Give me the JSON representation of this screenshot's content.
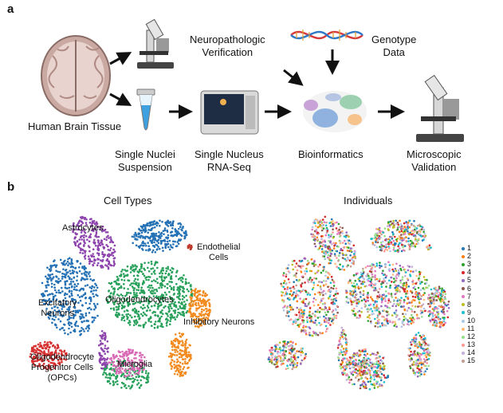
{
  "panel_a": {
    "letter": "a",
    "labels": {
      "brain": "Human Brain Tissue",
      "neuropath": [
        "Neuropathologic",
        "Verification"
      ],
      "genotype": [
        "Genotype",
        "Data"
      ],
      "nuclei": [
        "Single Nuclei",
        "Suspension"
      ],
      "rnaseq": [
        "Single Nucleus",
        "RNA-Seq"
      ],
      "bioinf": "Bioinformatics",
      "micro": [
        "Microscopic",
        "Validation"
      ]
    }
  },
  "panel_b": {
    "letter": "b",
    "left_title": "Cell Types",
    "right_title": "Individuals",
    "cell_types": [
      {
        "name": "Astrocytes",
        "color": "#8e44ad"
      },
      {
        "name": "Endothelial Cells",
        "color": "#c0392b"
      },
      {
        "name": "Excitatory Neurons",
        "color": "#2471b5"
      },
      {
        "name": "Oligodendrocytes",
        "color": "#27a05a"
      },
      {
        "name": "Inhibitory Neurons",
        "color": "#f28a1e"
      },
      {
        "name": "Oligodendrocyte Progenitor Cells (OPCs)",
        "color": "#d62f2f"
      },
      {
        "name": "Microglia",
        "color": "#d96bb6"
      }
    ],
    "cluster_labels": {
      "astro": "Astrocytes",
      "endo": [
        "Endothelial",
        "Cells"
      ],
      "excit": [
        "Excitatory",
        "Neurons"
      ],
      "oligo": "Oligodendrocytes",
      "inhib": "Inhibitory Neurons",
      "opc": [
        "Oligodendrocyte",
        "Progenitor Cells",
        "(OPCs)"
      ],
      "micro": "Microglia"
    },
    "individuals": [
      {
        "id": "1",
        "color": "#1f77b4"
      },
      {
        "id": "2",
        "color": "#ff7f0e"
      },
      {
        "id": "3",
        "color": "#2ca02c"
      },
      {
        "id": "4",
        "color": "#d62728"
      },
      {
        "id": "5",
        "color": "#9467bd"
      },
      {
        "id": "6",
        "color": "#8c564b"
      },
      {
        "id": "7",
        "color": "#e377c2"
      },
      {
        "id": "8",
        "color": "#bcbd22"
      },
      {
        "id": "9",
        "color": "#17becf"
      },
      {
        "id": "10",
        "color": "#aec7e8"
      },
      {
        "id": "11",
        "color": "#ffbb78"
      },
      {
        "id": "12",
        "color": "#98df8a"
      },
      {
        "id": "13",
        "color": "#ff9896"
      },
      {
        "id": "14",
        "color": "#c5b0d5"
      },
      {
        "id": "15",
        "color": "#c49c94"
      }
    ]
  }
}
